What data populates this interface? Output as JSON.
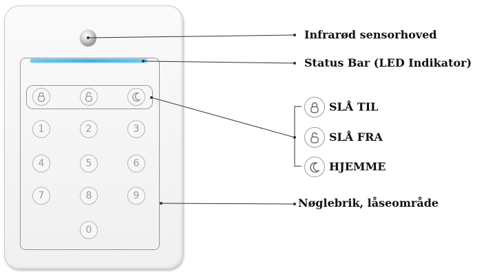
{
  "keypad": {
    "function_keys": [
      {
        "icon": "lock-closed-icon"
      },
      {
        "icon": "lock-open-icon"
      },
      {
        "icon": "moon-icon"
      }
    ],
    "digits": [
      "1",
      "2",
      "3",
      "4",
      "5",
      "6",
      "7",
      "8",
      "9",
      "0"
    ]
  },
  "labels": {
    "sensor": "Infrarød sensorhoved",
    "status_bar": "Status Bar (LED Indikator)",
    "arm": "SLÅ TIL",
    "disarm": "SLÅ FRA",
    "home": "HJEMME",
    "keypad": "Nøglebrik, låseområde"
  },
  "colors": {
    "led": "#3ab3ea",
    "key_border": "#b5b5b5",
    "key_text": "#9a9a9a"
  }
}
